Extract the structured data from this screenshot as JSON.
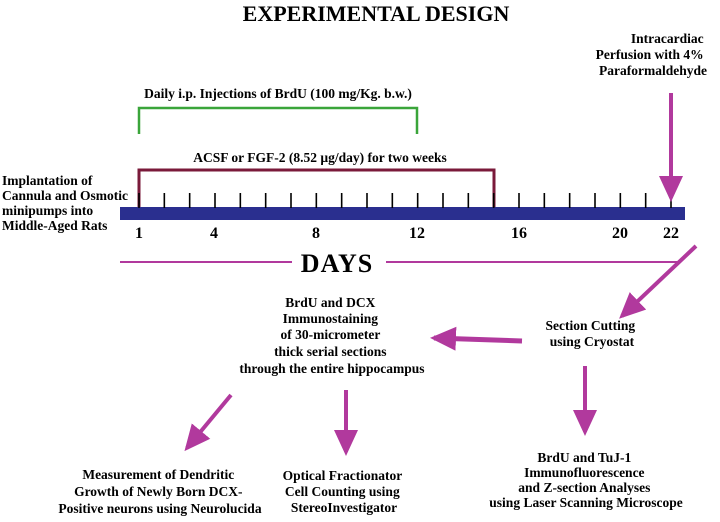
{
  "title": "EXPERIMENTAL DESIGN",
  "brdu_injection_label": "Daily i.p. Injections of BrdU (100 mg/Kg. b.w.)",
  "infusion_label": "ACSF or FGF-2 (8.52 µg/day) for two weeks",
  "perfusion_label": [
    "Intracardiac",
    "Perfusion with 4%",
    "Paraformaldehyde"
  ],
  "implantation_label": [
    "Implantation of",
    "Cannula and Osmotic",
    "minipumps into",
    "Middle-Aged Rats"
  ],
  "timeline": {
    "axis_label": "DAYS",
    "tick_count": 22,
    "day_labels": [
      "1",
      "4",
      "8",
      "12",
      "16",
      "20",
      "22"
    ],
    "colors": {
      "axis": "#2a2f8f",
      "arrow": "#b1399d",
      "injection_bracket": "#3aa53a",
      "infusion_bracket": "#7a1a3a"
    }
  },
  "steps": {
    "section_cutting": [
      "Section Cutting",
      "using Cryostat"
    ],
    "immunostaining": [
      "BrdU and DCX",
      "Immunostaining",
      "of 30-micrometer",
      "thick serial sections",
      "through the entire hippocampus"
    ],
    "confocal": [
      "BrdU and TuJ-1",
      "Immunofluorescence",
      "and Z-section Analyses",
      "using Laser Scanning Microscope"
    ],
    "dendritic": [
      "Measurement of Dendritic",
      "Growth of Newly Born DCX-",
      "Positive neurons using Neurolucida"
    ],
    "fractionator": [
      "Optical Fractionator",
      "Cell Counting using",
      "StereoInvestigator"
    ]
  }
}
